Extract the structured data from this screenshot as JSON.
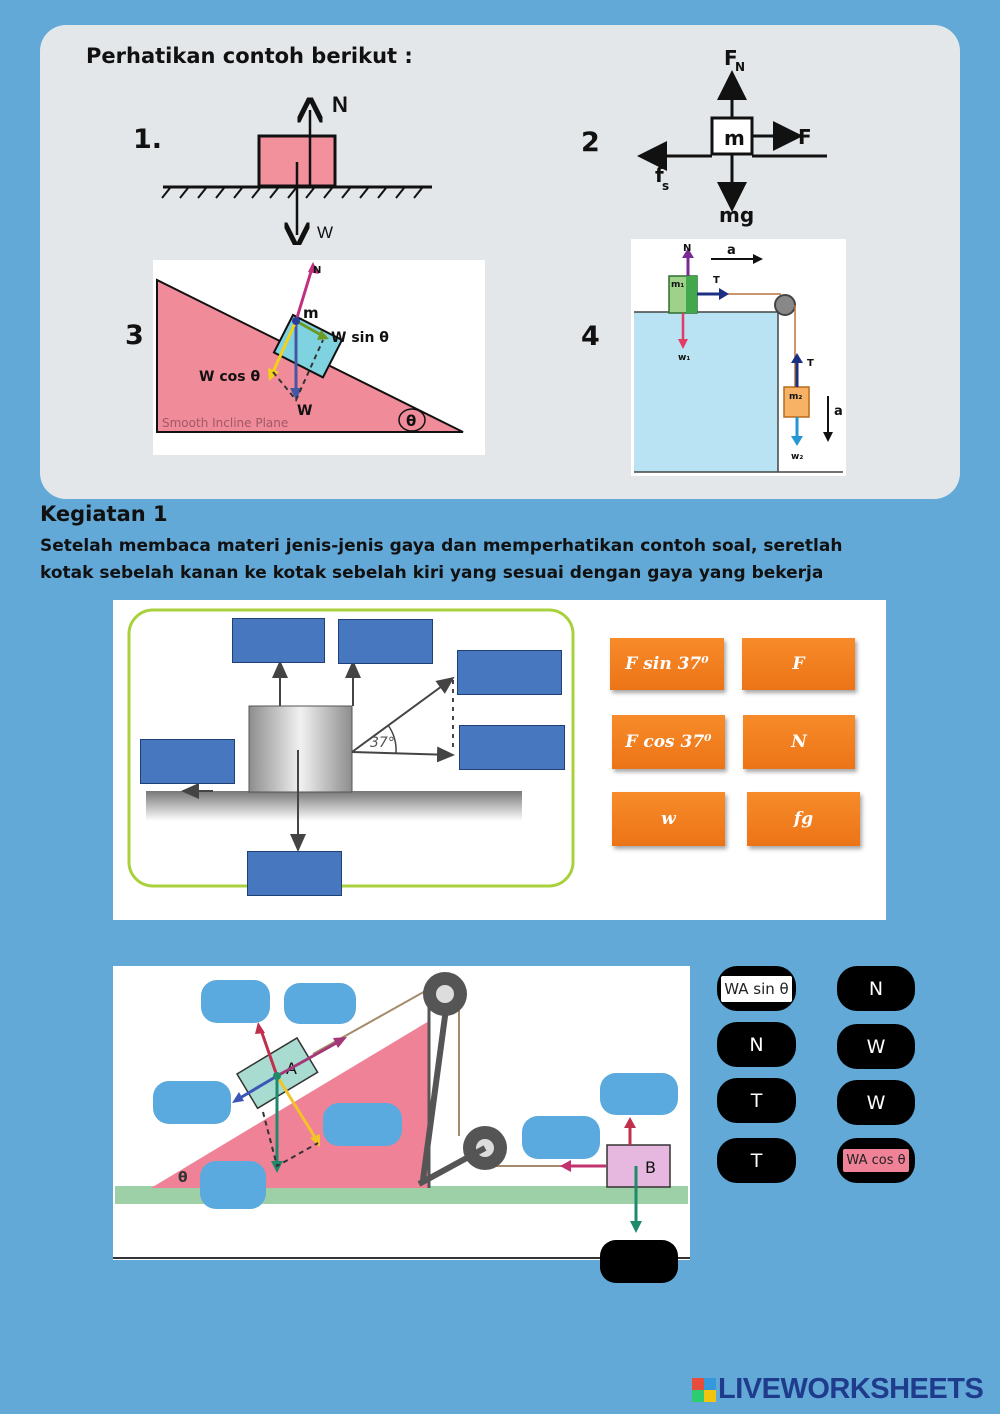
{
  "header": {
    "title": "Perhatikan contoh berikut :"
  },
  "examples": {
    "ex1": {
      "number": "1.",
      "label_n": "N",
      "label_w": "W"
    },
    "ex2": {
      "number": "2",
      "label_fn": "F",
      "label_fn_sub": "N",
      "label_m": "m",
      "label_f": "F",
      "label_fs": "f",
      "label_fs_sub": "s",
      "label_mg": "mg"
    },
    "ex3": {
      "number": "3",
      "label_n": "N",
      "label_m": "m",
      "label_wsin": "W sin θ",
      "label_wcos": "W cos θ",
      "label_w": "W",
      "label_plane": "Smooth Incline Plane",
      "label_theta": "θ"
    },
    "ex4": {
      "number": "4",
      "label_n": "N",
      "label_a_top": "a",
      "label_t_top": "T",
      "label_m1": "m₁",
      "label_w1": "w₁",
      "label_t_side": "T",
      "label_m2": "m₂",
      "label_a_side": "a",
      "label_w2": "w₂"
    }
  },
  "activity": {
    "heading": "Kegiatan 1",
    "instruction_line1": "Setelah membaca materi jenis-jenis gaya dan memperhatikan contoh soal, seretlah",
    "instruction_line2": "kotak sebelah kanan ke kotak sebelah kiri yang sesuai dengan gaya yang bekerja"
  },
  "exercise1": {
    "angle_label": "37°",
    "options": [
      "F sin 37⁰",
      "F",
      "F cos 37⁰",
      "N",
      "w",
      "fg"
    ]
  },
  "exercise2": {
    "label_a": "A",
    "label_b": "B",
    "label_theta": "θ",
    "options_left": [
      "WA sin θ",
      "N",
      "T",
      "T"
    ],
    "options_right": [
      "N",
      "W",
      "W",
      "WA cos θ"
    ]
  },
  "footer": {
    "brand": "LIVEWORKSHEETS"
  },
  "colors": {
    "background": "#62a9d8",
    "panel": "#e3e7e9",
    "slot": "#4777bf",
    "option_orange": "#ef7a1c",
    "drop_zone": "#5aa9df",
    "pill": "#000000"
  }
}
